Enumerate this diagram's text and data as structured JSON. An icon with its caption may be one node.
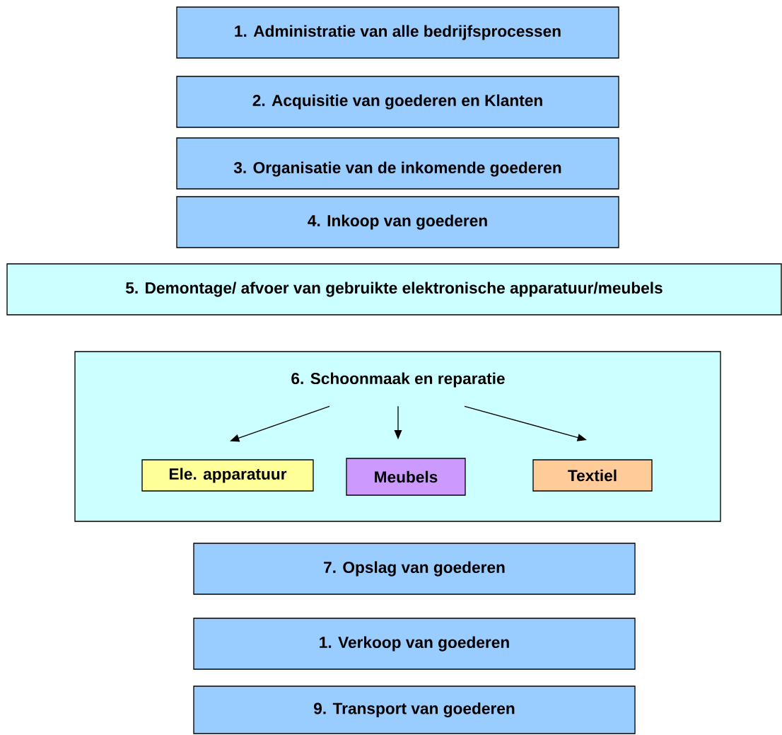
{
  "diagram": {
    "nodes": [
      {
        "text": [
          "1.  Administratie van alle bedrijfsprocessen"
        ]
      },
      {
        "text": [
          "2.  Acquisitie van goederen en Klanten"
        ]
      },
      {
        "text": [
          "3.  Organisatie van de inkomende goederen"
        ]
      },
      {
        "text": [
          "4. Inkoop van goederen"
        ]
      },
      {
        "text": [
          "5.  Demontage/ afvoer van gebruikte elektronische apparatuur/meubels"
        ]
      },
      {
        "text": [],
        "shape": "box"
      },
      {
        "text": [
          "6.  Schoonmaak en reparatie"
        ],
        "in": 5
      },
      {
        "text": [
          "Ele. apparatuur"
        ],
        "in": 5
      },
      {
        "text": [
          "Meubels"
        ],
        "in": 5
      },
      {
        "text": [
          "Textiel"
        ],
        "in": 5
      },
      {
        "text": [
          "7.  Opslag van goederen"
        ]
      },
      {
        "text": [
          "1.   Verkoop van goederen"
        ]
      },
      {
        "text": [
          "9. Transport van goederen"
        ]
      }
    ],
    "edges": [
      {
        "from": 6,
        "to": 7,
        "arrow": "to"
      },
      {
        "from": 6,
        "to": 8,
        "arrow": "to"
      },
      {
        "from": 6,
        "to": 9,
        "arrow": "to"
      }
    ]
  }
}
